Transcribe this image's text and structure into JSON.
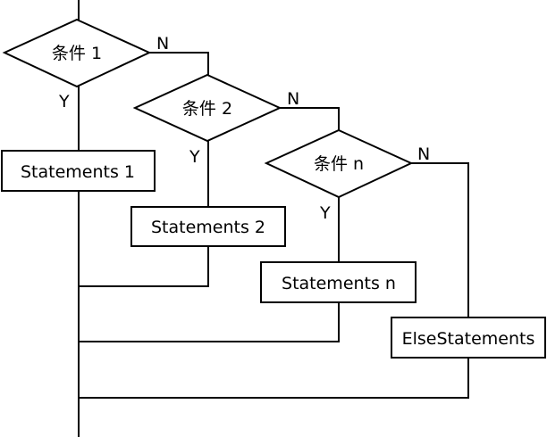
{
  "diagram": {
    "type": "flowchart",
    "title": "if / else-if / else structure",
    "conditions": [
      {
        "id": "cond1",
        "label": "条件 1",
        "yes_label": "Y",
        "no_label": "N"
      },
      {
        "id": "cond2",
        "label": "条件 2",
        "yes_label": "Y",
        "no_label": "N"
      },
      {
        "id": "condn",
        "label": "条件 n",
        "yes_label": "Y",
        "no_label": "N"
      }
    ],
    "statements": [
      {
        "id": "stmt1",
        "label": "Statements 1"
      },
      {
        "id": "stmt2",
        "label": "Statements 2"
      },
      {
        "id": "stmtn",
        "label": "Statements n"
      },
      {
        "id": "else",
        "label": "ElseStatements"
      }
    ],
    "edges": [
      {
        "from": "start",
        "to": "cond1"
      },
      {
        "from": "cond1",
        "to": "stmt1",
        "label": "Y"
      },
      {
        "from": "cond1",
        "to": "cond2",
        "label": "N"
      },
      {
        "from": "cond2",
        "to": "stmt2",
        "label": "Y"
      },
      {
        "from": "cond2",
        "to": "condn",
        "label": "N"
      },
      {
        "from": "condn",
        "to": "stmtn",
        "label": "Y"
      },
      {
        "from": "condn",
        "to": "else",
        "label": "N"
      },
      {
        "from": "stmt1",
        "to": "end"
      },
      {
        "from": "stmt2",
        "to": "end"
      },
      {
        "from": "stmtn",
        "to": "end"
      },
      {
        "from": "else",
        "to": "end"
      }
    ]
  }
}
